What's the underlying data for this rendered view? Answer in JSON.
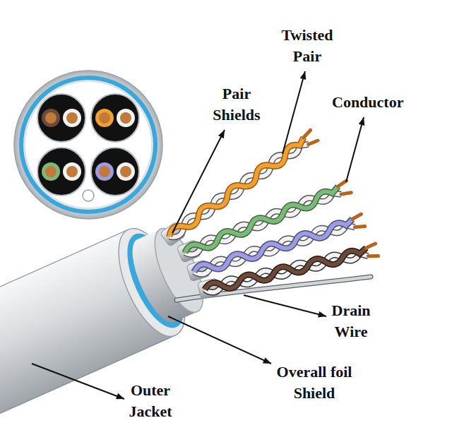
{
  "diagram": {
    "labels": [
      "Twisted Pair",
      "Pair Shields",
      "Conductor",
      "Drain Wire",
      "Overall foil Shield",
      "Outer Jacket"
    ]
  }
}
